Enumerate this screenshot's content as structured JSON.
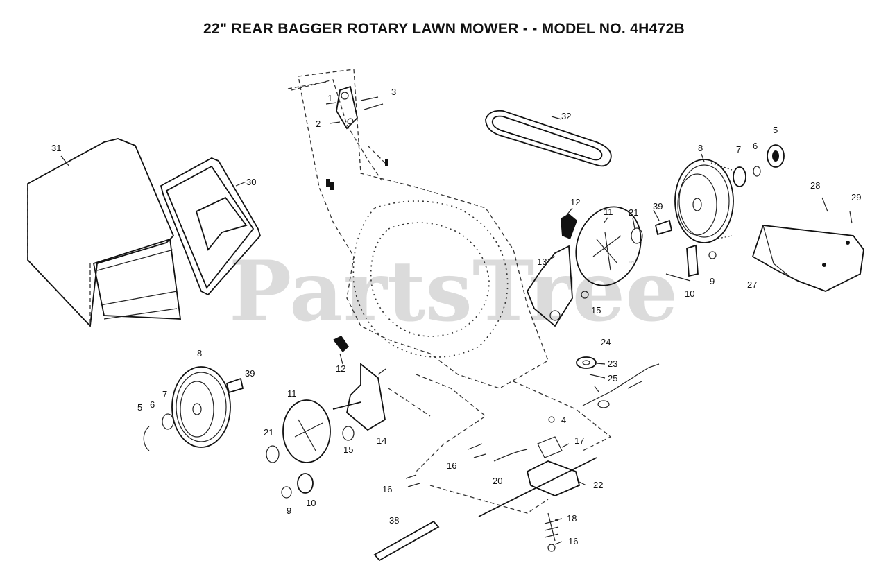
{
  "title": "22\" REAR BAGGER ROTARY LAWN MOWER - - MODEL NO. 4H472B",
  "watermark": {
    "text": "PartsTree",
    "trademark": "™"
  },
  "callouts": {
    "p1": "1",
    "p2": "2",
    "p3": "3",
    "p4": "4",
    "p5": "5",
    "p6": "6",
    "p7": "7",
    "p8": "8",
    "p9": "9",
    "p10": "10",
    "p11": "11",
    "p12": "12",
    "p13": "13",
    "p14": "14",
    "p15": "15",
    "p16": "16",
    "p17": "17",
    "p18": "18",
    "p20": "20",
    "p21": "21",
    "p22": "22",
    "p23": "23",
    "p24": "24",
    "p25": "25",
    "p27": "27",
    "p28": "28",
    "p29": "29",
    "p30": "30",
    "p31": "31",
    "p32": "32",
    "p38": "38",
    "p39": "39"
  }
}
